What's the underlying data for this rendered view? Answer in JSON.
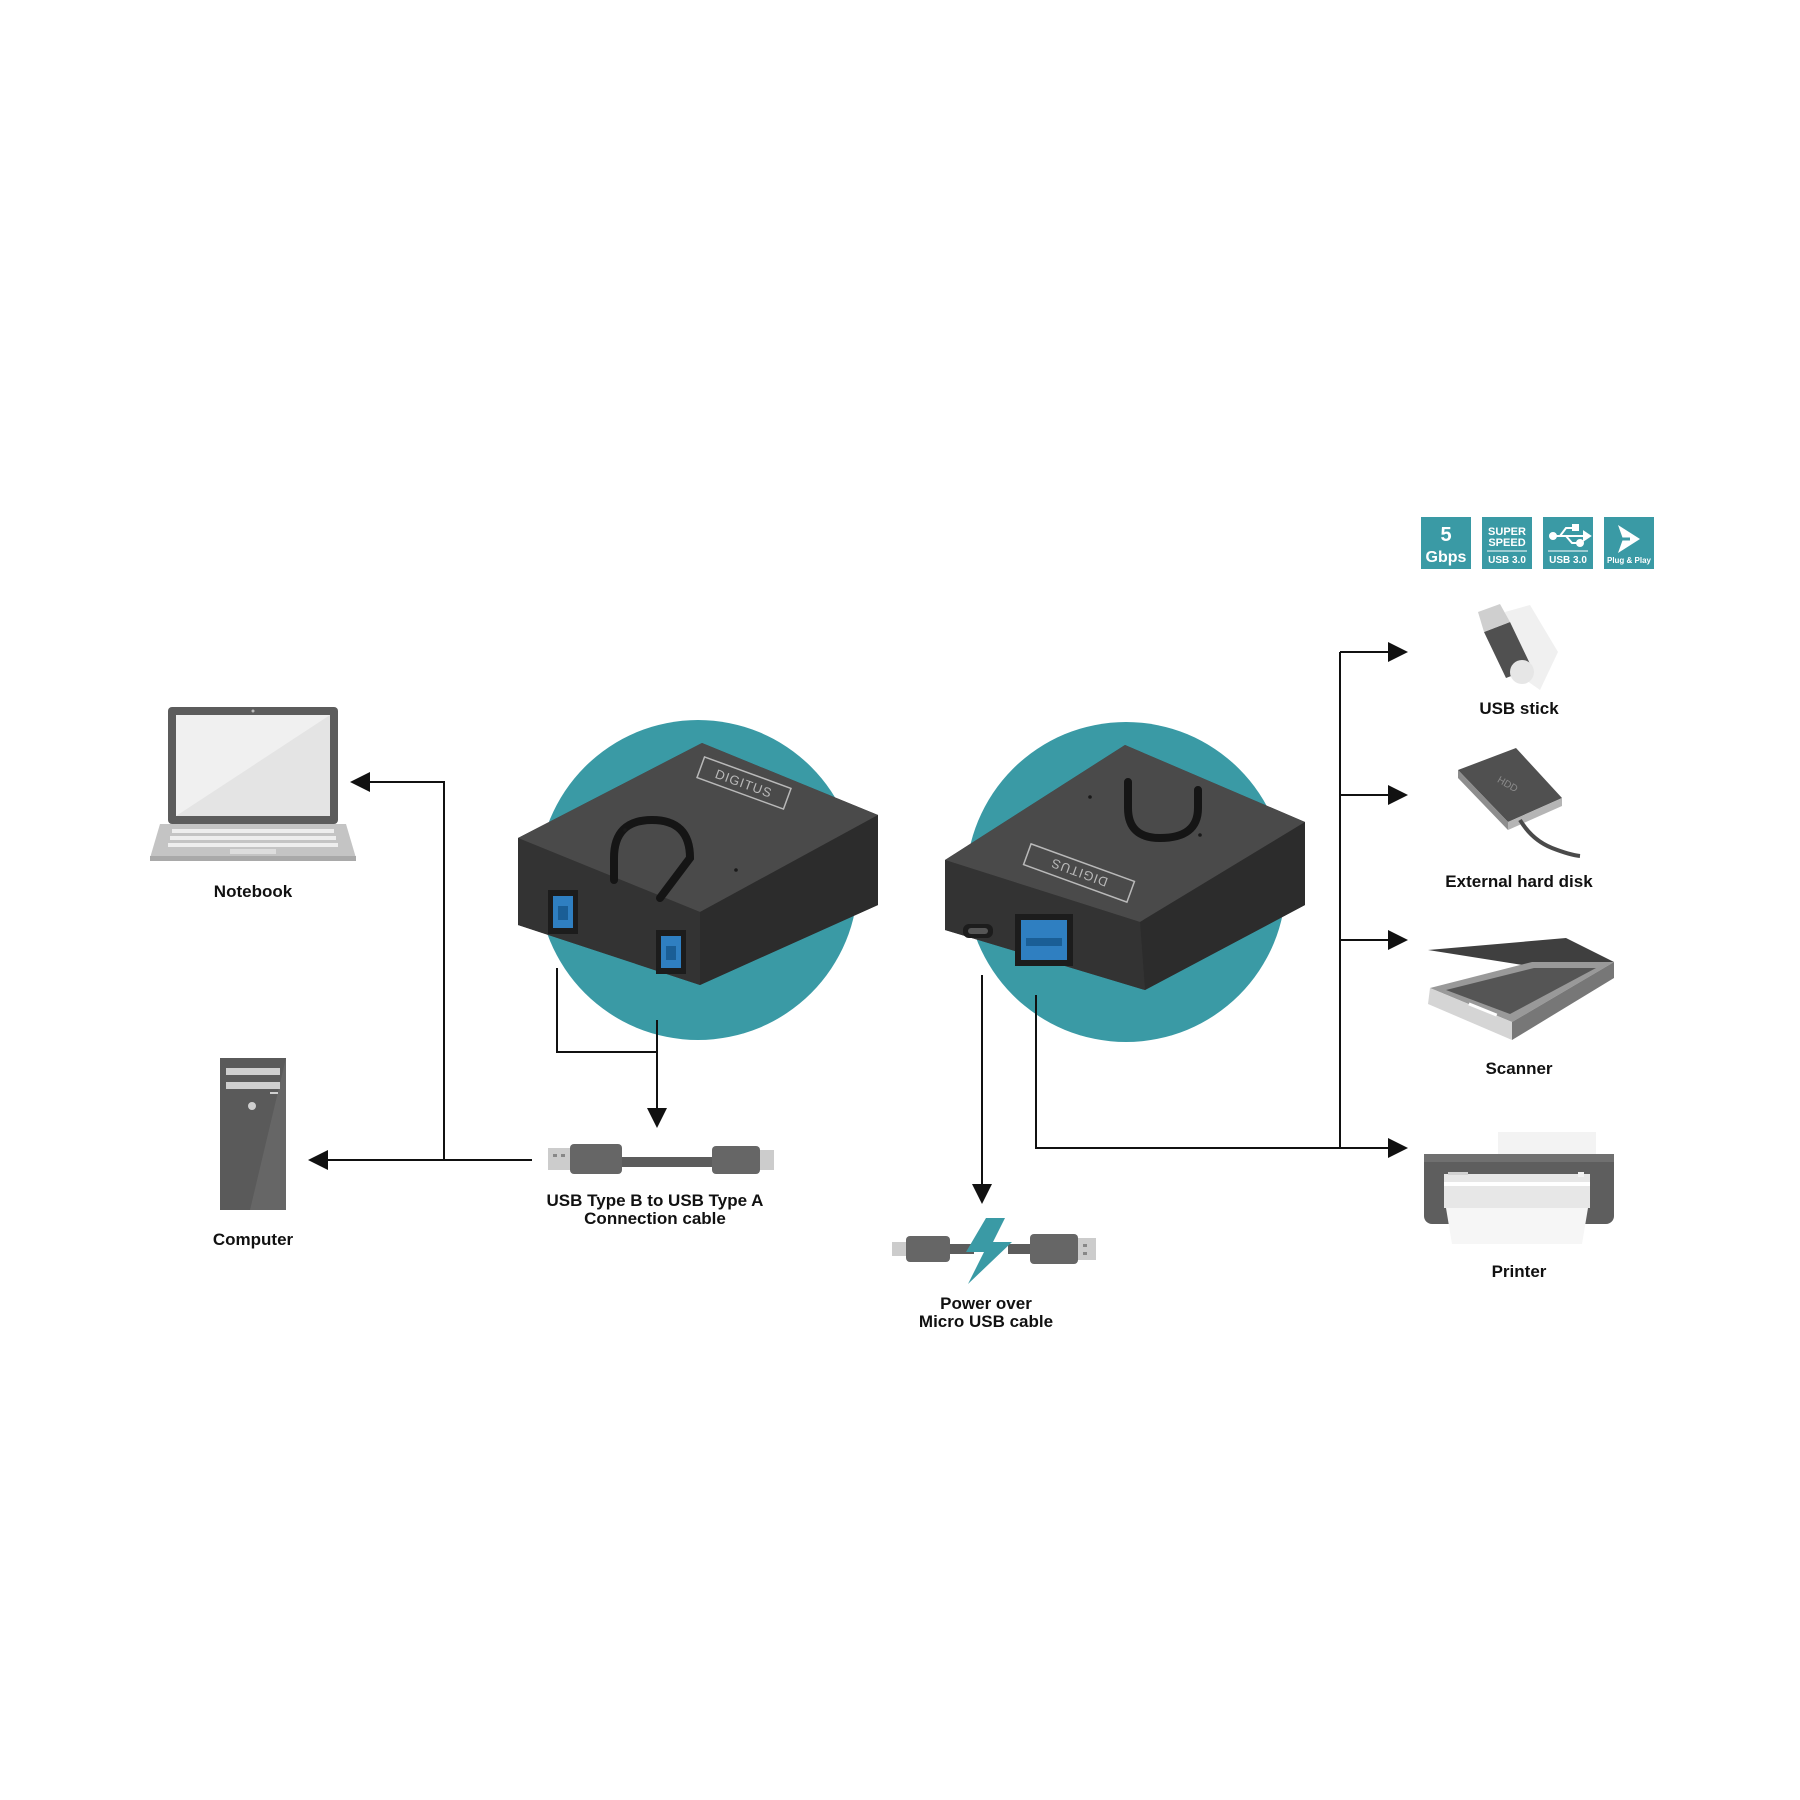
{
  "colors": {
    "accent": "#3a9aa5",
    "device": "#3d3d3d",
    "port_blue": "#2f7fc1",
    "line": "#111111"
  },
  "badges": [
    {
      "line1": "5",
      "line2": "Gbps",
      "icon": "speed-icon"
    },
    {
      "line1": "SUPER",
      "line2": "SPEED",
      "line3": "USB 3.0",
      "icon": "superspeed-icon"
    },
    {
      "line1": "USB 3.0",
      "icon": "usb-trident-icon"
    },
    {
      "line1": "Plug & Play",
      "icon": "plug-play-icon"
    }
  ],
  "switch": {
    "brand": "DIGITUS"
  },
  "labels": {
    "notebook": "Notebook",
    "computer": "Computer",
    "cable_ab_line1": "USB Type B to USB Type A",
    "cable_ab_line2": "Connection cable",
    "power_line1": "Power over",
    "power_line2": "Micro USB cable",
    "usb_stick": "USB stick",
    "external_hdd": "External hard disk",
    "scanner": "Scanner",
    "printer": "Printer",
    "hdd_marking": "HDD"
  }
}
